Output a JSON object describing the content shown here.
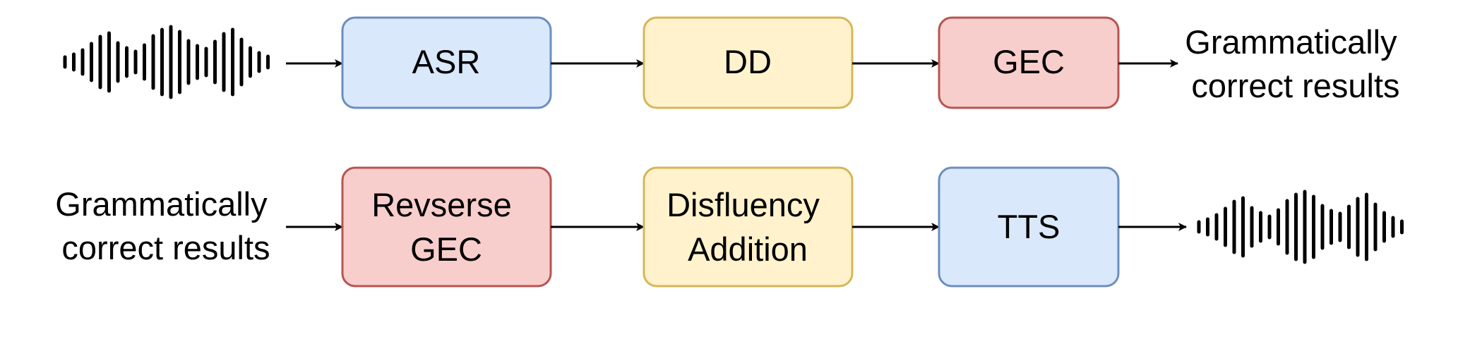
{
  "colors": {
    "blue_fill": "#dae8fc",
    "blue_stroke": "#6c8ebf",
    "yellow_fill": "#fff2cc",
    "yellow_stroke": "#d6b656",
    "red_fill": "#f8cecc",
    "red_stroke": "#b85450",
    "line": "#000000"
  },
  "row1": {
    "input_icon": "waveform-icon",
    "boxes": [
      {
        "label": "ASR",
        "color": "blue"
      },
      {
        "label": "DD",
        "color": "yellow"
      },
      {
        "label": "GEC",
        "color": "red"
      }
    ],
    "output_text": [
      "Grammatically",
      "correct results"
    ]
  },
  "row2": {
    "input_text": [
      "Grammatically",
      "correct results"
    ],
    "boxes": [
      {
        "label": [
          "Revserse",
          "GEC"
        ],
        "color": "red"
      },
      {
        "label": [
          "Disfluency",
          "Addition"
        ],
        "color": "yellow"
      },
      {
        "label": "TTS",
        "color": "blue"
      }
    ],
    "output_icon": "waveform-icon"
  }
}
